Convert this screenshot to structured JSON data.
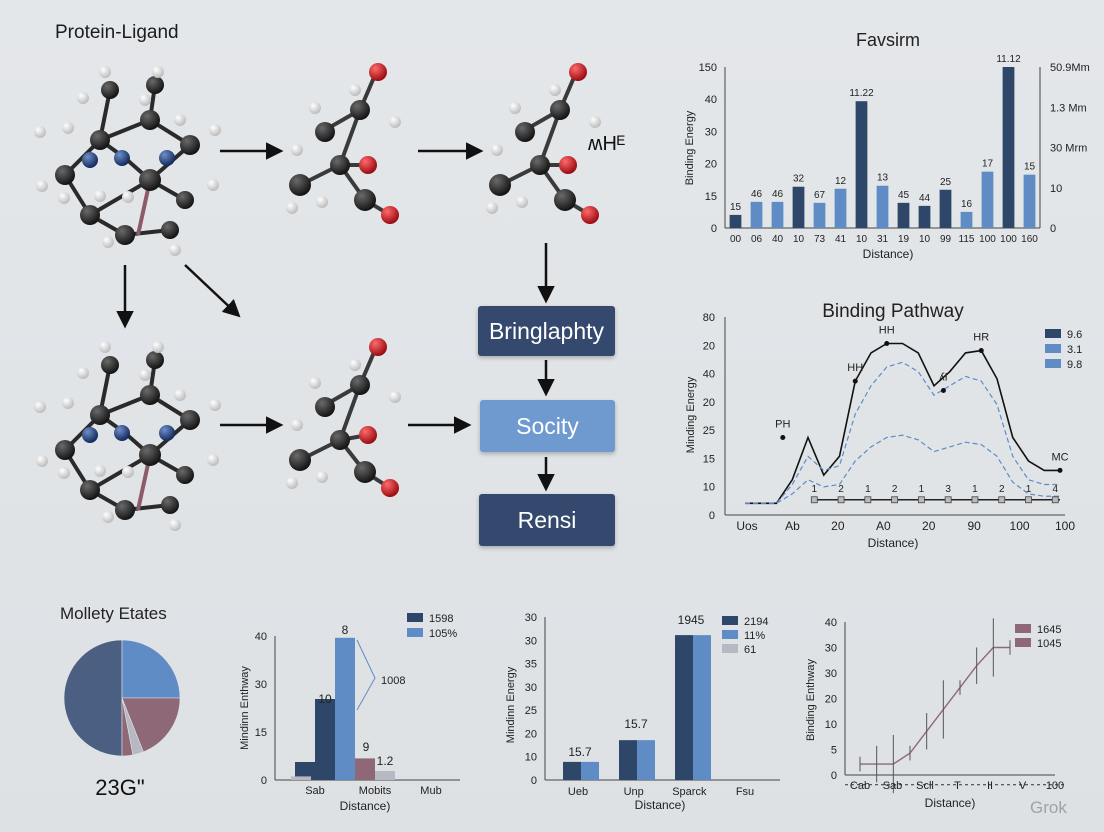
{
  "header": {
    "title": "Protein-Ligand"
  },
  "flow": {
    "box1": "Bringlaphty",
    "box2": "Socity",
    "box3": "Rensi",
    "side_label": "ʍHᴱ"
  },
  "colors": {
    "navy": "#2e4668",
    "blue": "#5f8cc4",
    "mauve": "#8f6878",
    "lightgray": "#b6b9c2",
    "slate": "#4b5f82"
  },
  "watermark": "Grok",
  "charts": [
    {
      "type": "bar",
      "title": "Favsirm",
      "ylabel": "Binding Energy",
      "xlabel": "Distance)",
      "y_ticks": [
        "150",
        "40",
        "30",
        "20",
        "15",
        "0"
      ],
      "y2_ticks": [
        "50.9Mm",
        "1.3 Mm",
        "30 Mrm",
        "10",
        "0"
      ],
      "x_ticks": [
        "00",
        "06",
        "40",
        "10",
        "73",
        "41",
        "10",
        "31",
        "19",
        "10",
        "99",
        "115",
        "100",
        "100",
        "160"
      ],
      "values": [
        13,
        26,
        26,
        41,
        25,
        39,
        126,
        42,
        25,
        22,
        38,
        16,
        56,
        160,
        53
      ],
      "labels": [
        "15",
        "46",
        "46",
        "32",
        "67",
        "12",
        "11.22",
        "13",
        "45",
        "44",
        "25",
        "16",
        "17",
        "11.12",
        "15"
      ],
      "colors": [
        "navy",
        "blue",
        "blue",
        "navy",
        "blue",
        "blue",
        "navy",
        "blue",
        "navy",
        "navy",
        "navy",
        "blue",
        "blue",
        "navy",
        "blue"
      ],
      "ylim": [
        0,
        160
      ]
    },
    {
      "type": "line",
      "title": "Binding Pathway",
      "ylabel": "Minding Energy",
      "xlabel": "Distance)",
      "y_ticks": [
        "80",
        "20",
        "40",
        "20",
        "25",
        "15",
        "10",
        "0"
      ],
      "x_ticks": [
        "Uos",
        "Ab",
        "20",
        "A0",
        "20",
        "90",
        "100",
        "100"
      ],
      "x": [
        0,
        10,
        15,
        20,
        25,
        30,
        35,
        40,
        45,
        50,
        55,
        60,
        65,
        70,
        75,
        80,
        85,
        90,
        95,
        100
      ],
      "series": [
        {
          "name": "9.6",
          "values": [
            2,
            2,
            12,
            30,
            14,
            22,
            54,
            66,
            70,
            70,
            66,
            52,
            58,
            66,
            67,
            55,
            30,
            20,
            16,
            16
          ],
          "color": "navy"
        },
        {
          "name": "3.1",
          "values": [
            2,
            2,
            10,
            22,
            16,
            18,
            40,
            52,
            60,
            62,
            58,
            48,
            52,
            56,
            54,
            44,
            22,
            12,
            10,
            10
          ],
          "color": "blue"
        },
        {
          "name": "9.8",
          "values": [
            2,
            2,
            6,
            12,
            9,
            10,
            20,
            26,
            30,
            31,
            29,
            24,
            26,
            28,
            27,
            22,
            11,
            6,
            5,
            5
          ],
          "color": "blue"
        }
      ],
      "annotations": [
        "PH",
        "HH",
        "HH",
        "HR",
        "ʎI",
        "MC"
      ],
      "marker_labels": [
        "1",
        "2",
        "1",
        "2",
        "1",
        "3",
        "1",
        "2",
        "1",
        "4"
      ],
      "ylim": [
        0,
        80
      ]
    },
    {
      "type": "pie",
      "title": "Mollety Etates",
      "value_label": "23G\"",
      "values": [
        50,
        25,
        19,
        3,
        3
      ],
      "colors": [
        "slate",
        "blue",
        "mauve",
        "lightgray",
        "mauve"
      ]
    },
    {
      "type": "bar",
      "ylabel": "Mindinn Enthway",
      "xlabel": "Distance)",
      "y_ticks": [
        "40",
        "30",
        "15",
        "0"
      ],
      "x_ticks": [
        "Sab",
        "Mobits",
        "Mub"
      ],
      "series": [
        {
          "name": "1598",
          "values": [
            5,
            22.5,
            39.5,
            1
          ],
          "color": "navy"
        },
        {
          "name": "105%",
          "values": [
            1,
            6,
            2.5,
            0
          ],
          "color": "blue"
        }
      ],
      "labels": [
        "10",
        "8",
        "9",
        "1.2"
      ],
      "callout": "1008",
      "ylim": [
        0,
        40
      ]
    },
    {
      "type": "bar",
      "ylabel": "Mindinn Energy",
      "xlabel": "Distance)",
      "y_ticks": [
        "30",
        "30",
        "35",
        "30",
        "25",
        "20",
        "10",
        "0"
      ],
      "x_ticks": [
        "Ueb",
        "Unp",
        "Sparck",
        "Fsu"
      ],
      "series": [
        {
          "name": "2194",
          "values": [
            5,
            11,
            40,
            0
          ],
          "color": "navy"
        },
        {
          "name": "11%",
          "values": [
            5,
            11,
            40,
            0
          ],
          "color": "blue"
        },
        {
          "name": "61",
          "values": [
            0,
            0,
            0,
            0
          ],
          "color": "lightgray"
        }
      ],
      "labels": [
        "15.7",
        "15.7",
        "1945"
      ],
      "ylim": [
        0,
        45
      ]
    },
    {
      "type": "line",
      "ylabel": "Binding Enthway",
      "xlabel": "Distance)",
      "y_ticks": [
        "40",
        "30",
        "30",
        "20",
        "10",
        "5",
        "0"
      ],
      "x_ticks": [
        "Cab",
        "Sab",
        "Scll",
        "T",
        "II",
        "V",
        "100"
      ],
      "x": [
        0,
        1,
        2,
        3,
        4,
        5,
        6,
        7,
        8,
        9
      ],
      "series": [
        {
          "name": "1645",
          "values": [
            3,
            3,
            3,
            6,
            12,
            18,
            24,
            30,
            35,
            35
          ],
          "color": "mauve"
        },
        {
          "name": "1045",
          "values": [
            3,
            3,
            3,
            6,
            12,
            18,
            24,
            30,
            35,
            35
          ],
          "color": "mauve"
        }
      ],
      "reference_y": 5,
      "ylim": [
        0,
        42
      ]
    }
  ]
}
